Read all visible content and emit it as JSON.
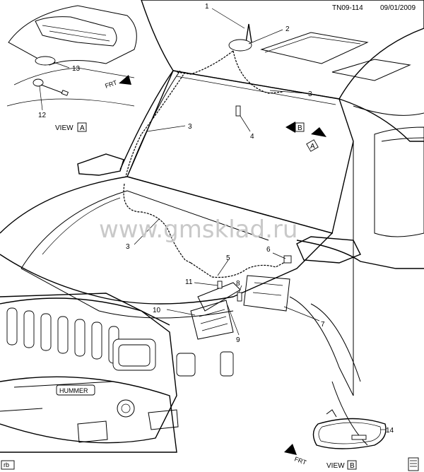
{
  "header": {
    "code": "TN09-114",
    "date": "09/01/2009"
  },
  "watermark": "www.gmsklad.ru",
  "callouts": {
    "c1": "1",
    "c2": "2",
    "c3a": "3",
    "c3b": "3",
    "c3c": "3",
    "c4": "4",
    "c5": "5",
    "c6": "6",
    "c7": "7",
    "c8": "8",
    "c9": "9",
    "c10": "10",
    "c11": "11",
    "c12": "12",
    "c13": "13",
    "c14": "14"
  },
  "views": {
    "view_a_prefix": "VIEW",
    "view_a_letter": "A",
    "view_b_prefix": "VIEW",
    "view_b_letter": "B",
    "arrow_a_letter": "A",
    "arrow_b_letter": "B"
  },
  "frt_labels": {
    "top": "FRT",
    "bottom": "FRT"
  },
  "grille_badge": "HUMMER",
  "corner_tag": "rb"
}
